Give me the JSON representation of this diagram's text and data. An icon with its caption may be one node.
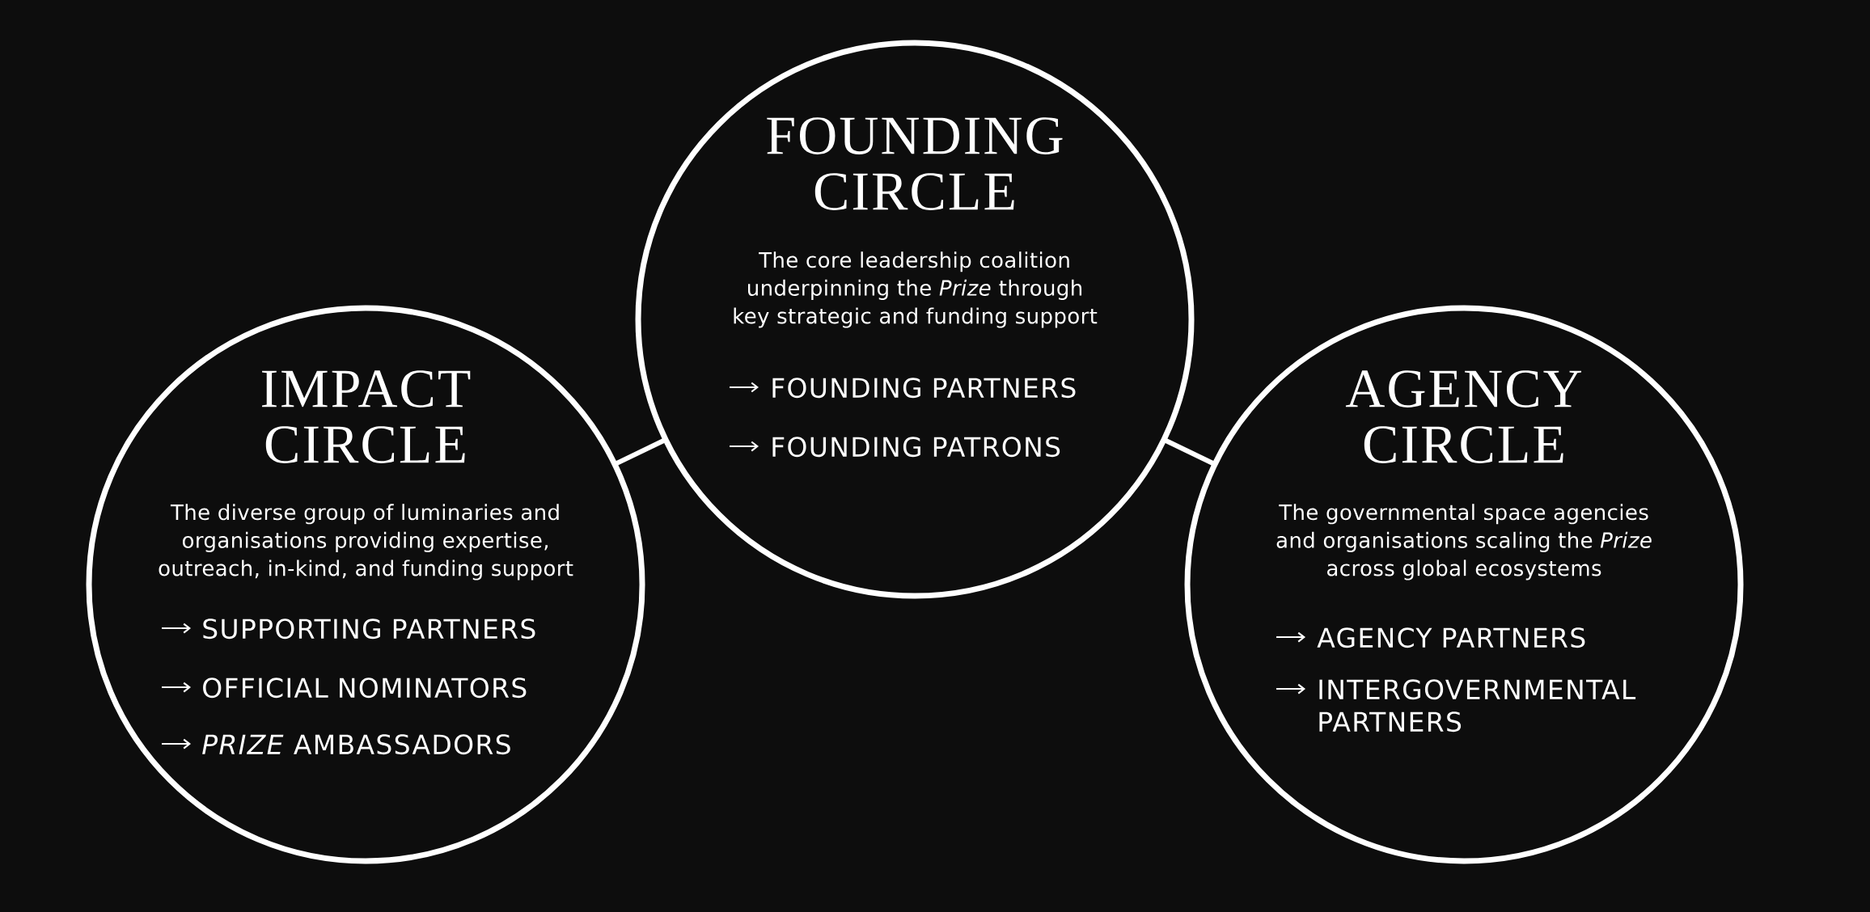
{
  "diagram": {
    "nodes": [
      {
        "text": [
          "FOUNDING CIRCLE",
          "The core leadership coalition underpinning the *Prize* through key strategic and funding support",
          "FOUNDING PARTNERS",
          "FOUNDING PATRONS"
        ]
      },
      {
        "text": [
          "IMPACT CIRCLE",
          "The diverse group of luminaries and organisations providing expertise, outreach, in-kind, and funding support",
          "SUPPORTING PARTNERS",
          "OFFICIAL NOMINATORS",
          "*PRIZE* AMBASSADORS"
        ]
      },
      {
        "text": [
          "AGENCY CIRCLE",
          "The governmental space agencies and organisations scaling the *Prize* across global ecosystems",
          "AGENCY PARTNERS",
          "INTERGOVERNMENTAL PARTNERS"
        ]
      }
    ],
    "edges": [
      {
        "from": 1,
        "to": 0,
        "arrow": "none"
      },
      {
        "from": 0,
        "to": 2,
        "arrow": "none"
      }
    ]
  }
}
